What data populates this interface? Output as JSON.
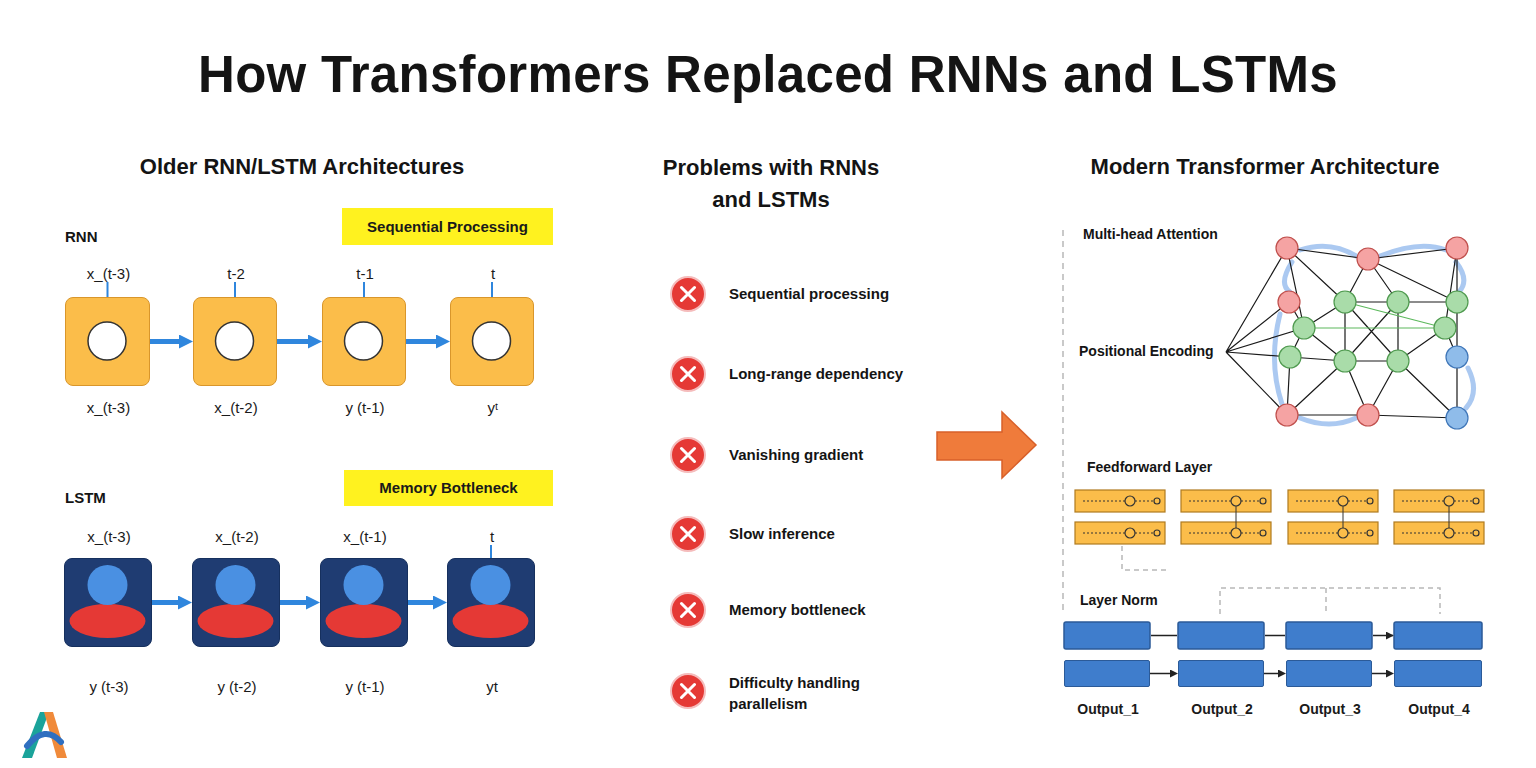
{
  "diagram": {
    "title": "How Transformers Replaced RNNs and LSTMs",
    "nodes": [
      {
        "text": [
          "Sequential Processing"
        ]
      },
      {
        "text": [
          "x_(t-3)",
          "x_(t-3)"
        ]
      },
      {
        "text": [
          "t-2",
          "x_(t-2)"
        ]
      },
      {
        "text": [
          "t-1",
          "y (t-1)"
        ]
      },
      {
        "text": [
          "t",
          "yᵗ"
        ]
      },
      {
        "text": [
          "Memory Bottleneck"
        ]
      },
      {
        "text": [
          "x_(t-3)",
          "y (t-3)"
        ]
      },
      {
        "text": [
          "x_(t-2)",
          "y (t-2)"
        ]
      },
      {
        "text": [
          "x_(t-1)",
          "y (t-1)"
        ]
      },
      {
        "text": [
          "t",
          "yt"
        ]
      },
      {
        "text": [
          "Output_1"
        ]
      },
      {
        "text": [
          "Output_2"
        ]
      },
      {
        "text": [
          "Output_3"
        ]
      },
      {
        "text": [
          "Output_4"
        ]
      }
    ],
    "edges": [
      {
        "from": 1,
        "to": 2,
        "arrow": "to"
      },
      {
        "from": 2,
        "to": 3,
        "arrow": "to"
      },
      {
        "from": 3,
        "to": 4,
        "arrow": "to"
      },
      {
        "from": 6,
        "to": 7,
        "arrow": "to"
      },
      {
        "from": 7,
        "to": 8,
        "arrow": "to"
      },
      {
        "from": 8,
        "to": 9,
        "arrow": "to"
      },
      {
        "from": 10,
        "to": 11,
        "arrow": "to"
      },
      {
        "from": 11,
        "to": 12,
        "arrow": "to"
      },
      {
        "from": 12,
        "to": 13,
        "arrow": "to"
      }
    ],
    "labels": [
      "Older RNN/LSTM Architectures",
      "RNN",
      "LSTM",
      "Problems with RNNs and LSTMs",
      "Sequential processing",
      "Long-range dependency",
      "Vanishing gradient",
      "Slow inference",
      "Memory bottleneck",
      "Difficulty handling parallelism",
      "Modern Transformer Architecture",
      "Multi-head Attention",
      "Positional Encoding",
      "Feedforward Layer",
      "Layer Norm"
    ]
  }
}
